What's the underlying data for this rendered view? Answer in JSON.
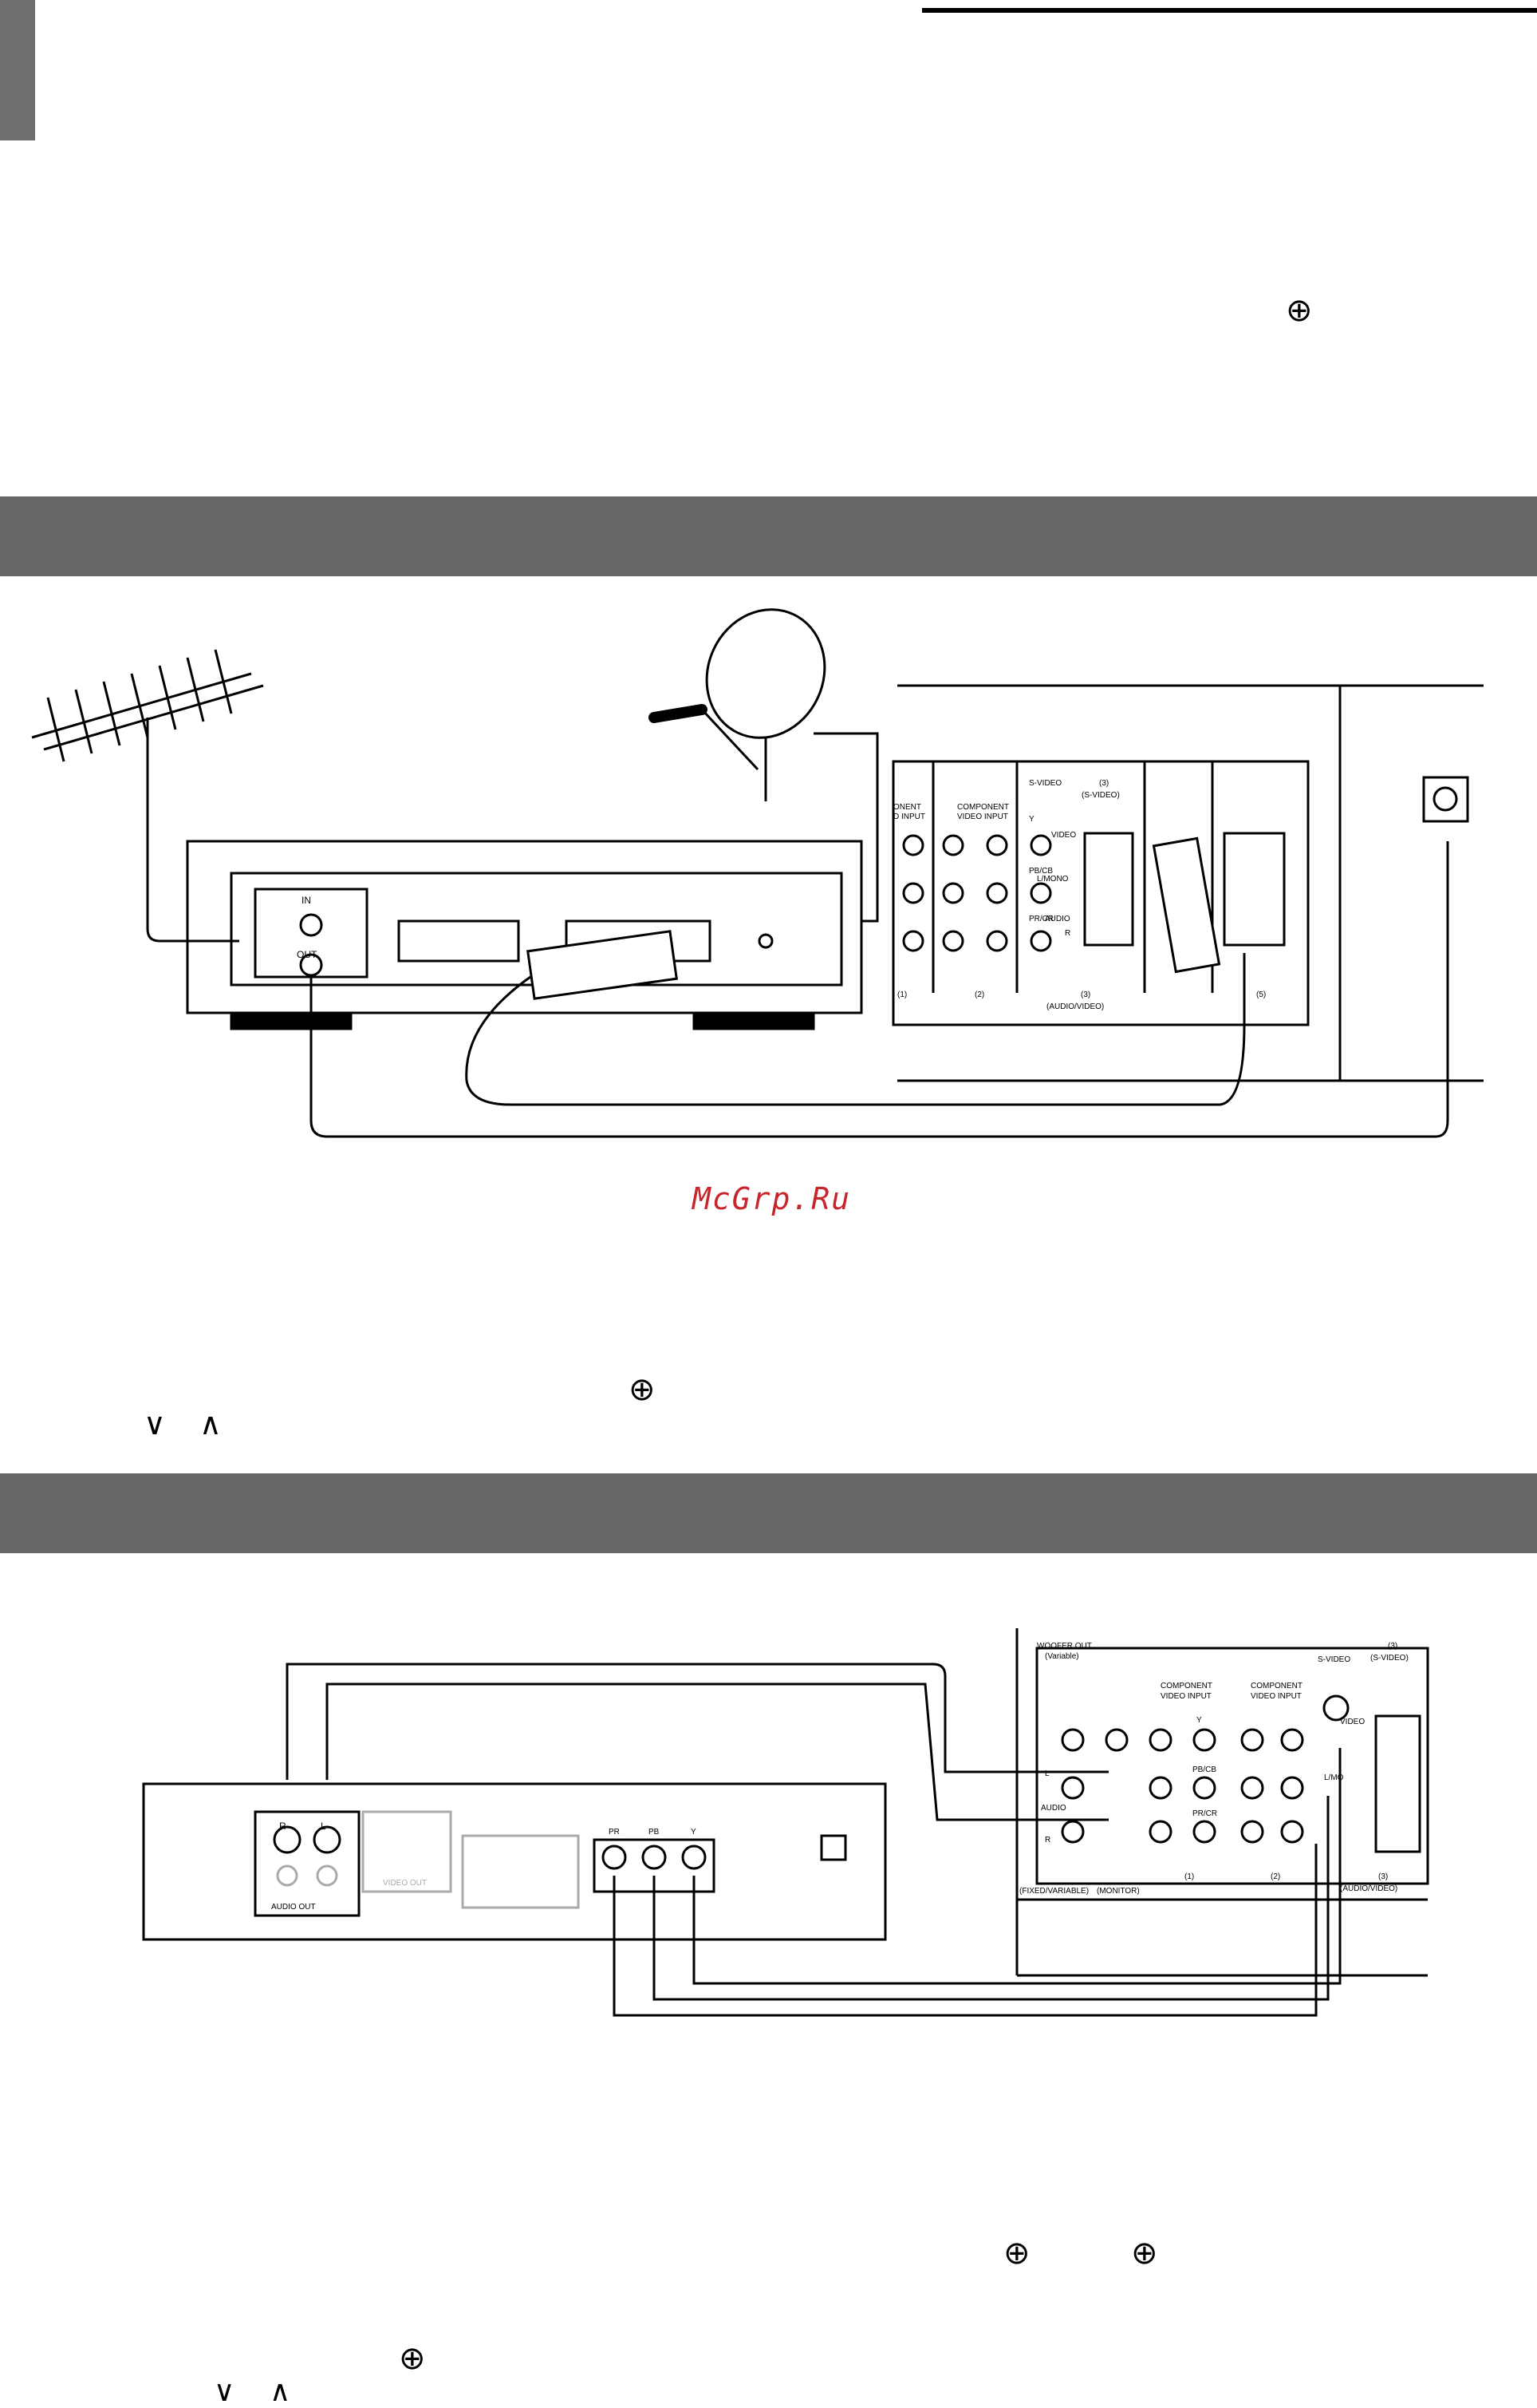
{
  "watermark": "McGrp.Ru",
  "icons": {
    "input_icon": "⊕",
    "down_icon": "∨",
    "up_icon": "∧"
  },
  "diagram1": {
    "vcr": {
      "in": "IN",
      "out": "OUT"
    },
    "tv_panel": {
      "component": "ONENT\nD INPUT",
      "component2": "COMPONENT\nVIDEO INPUT",
      "y": "Y",
      "pb": "PB/CB",
      "pr": "PR/CR",
      "svideo": "S-VIDEO",
      "input3": "(3)",
      "svideo_paren": "(S-VIDEO)",
      "video": "VIDEO",
      "lmono": "L/MONO",
      "audio": "AUDIO",
      "r": "R",
      "n1": "(1)",
      "n2": "(2)",
      "n3": "(3)",
      "av": "(AUDIO/VIDEO)",
      "n5": "(5)"
    }
  },
  "diagram2": {
    "player": {
      "r": "R",
      "l": "L",
      "audio_out": "AUDIO OUT",
      "video_out": "VIDEO OUT",
      "pr": "PR",
      "pb": "PB",
      "y": "Y"
    },
    "tv_panel": {
      "woofer_out": "WOOFER OUT",
      "variable": "(Variable)",
      "component": "COMPONENT\nVIDEO INPUT",
      "y": "Y",
      "pb": "PB/CB",
      "pr": "PR/CR",
      "svideo": "S-VIDEO",
      "input3": "(3)",
      "svideo_paren": "(S-VIDEO)",
      "video": "VIDEO",
      "l": "L",
      "audio": "AUDIO",
      "r": "R",
      "lmono": "L/MO",
      "fixed_variable": "(FIXED/VARIABLE)",
      "monitor": "(MONITOR)",
      "n1": "(1)",
      "n2": "(2)",
      "n3": "(3)",
      "av": "(AUDIO/VIDEO)"
    }
  }
}
